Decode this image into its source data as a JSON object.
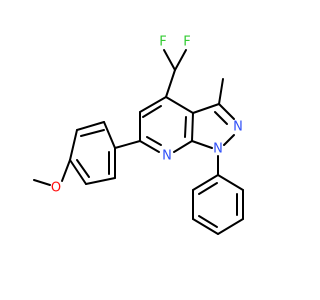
{
  "molecule": {
    "atoms": {
      "f1": "F",
      "f2": "F",
      "n_pyridine": "N",
      "n2_pyrazole": "N",
      "n1_pyrazole": "N",
      "o_methoxy": "O"
    },
    "colors": {
      "bond": "#000000",
      "fluorine": "#33cc33",
      "nitrogen": "#3050f8",
      "oxygen": "#ff0d0d"
    }
  }
}
